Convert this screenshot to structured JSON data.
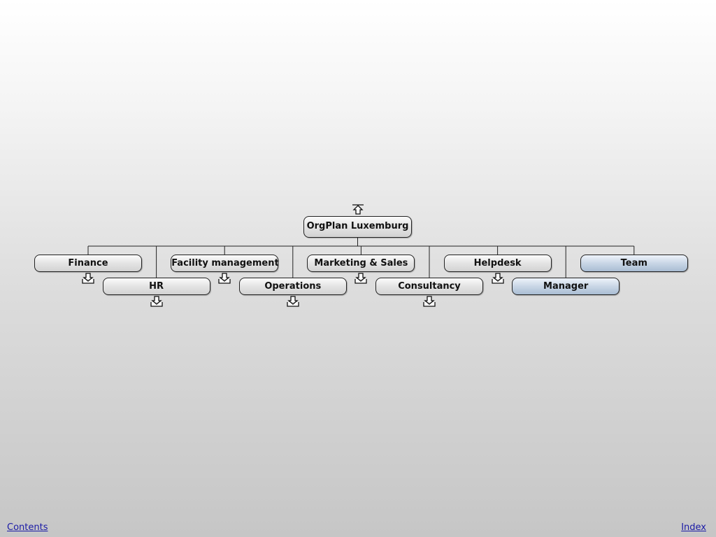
{
  "org": {
    "root": {
      "id": "root",
      "label": "OrgPlan Luxemburg"
    },
    "children": [
      {
        "id": "finance",
        "label": "Finance",
        "row": 1,
        "highlight": false,
        "expandable": true
      },
      {
        "id": "hr",
        "label": "HR",
        "row": 2,
        "highlight": false,
        "expandable": true
      },
      {
        "id": "facility",
        "label": "Facility management",
        "row": 1,
        "highlight": false,
        "expandable": true
      },
      {
        "id": "operations",
        "label": "Operations",
        "row": 2,
        "highlight": false,
        "expandable": true
      },
      {
        "id": "marketing",
        "label": "Marketing & Sales",
        "row": 1,
        "highlight": false,
        "expandable": true
      },
      {
        "id": "consultancy",
        "label": "Consultancy",
        "row": 2,
        "highlight": false,
        "expandable": true
      },
      {
        "id": "helpdesk",
        "label": "Helpdesk",
        "row": 1,
        "highlight": false,
        "expandable": true
      },
      {
        "id": "manager",
        "label": "Manager",
        "row": 2,
        "highlight": true,
        "expandable": false
      },
      {
        "id": "team",
        "label": "Team",
        "row": 1,
        "highlight": true,
        "expandable": false
      }
    ]
  },
  "colors": {
    "line": "#222222",
    "highlight": "#b8c8dc",
    "normal": "#e0e0e0"
  },
  "icons": {
    "up": "arrow-up-icon",
    "down": "arrow-down-icon"
  },
  "footer": {
    "contents": "Contents",
    "index": "Index"
  }
}
